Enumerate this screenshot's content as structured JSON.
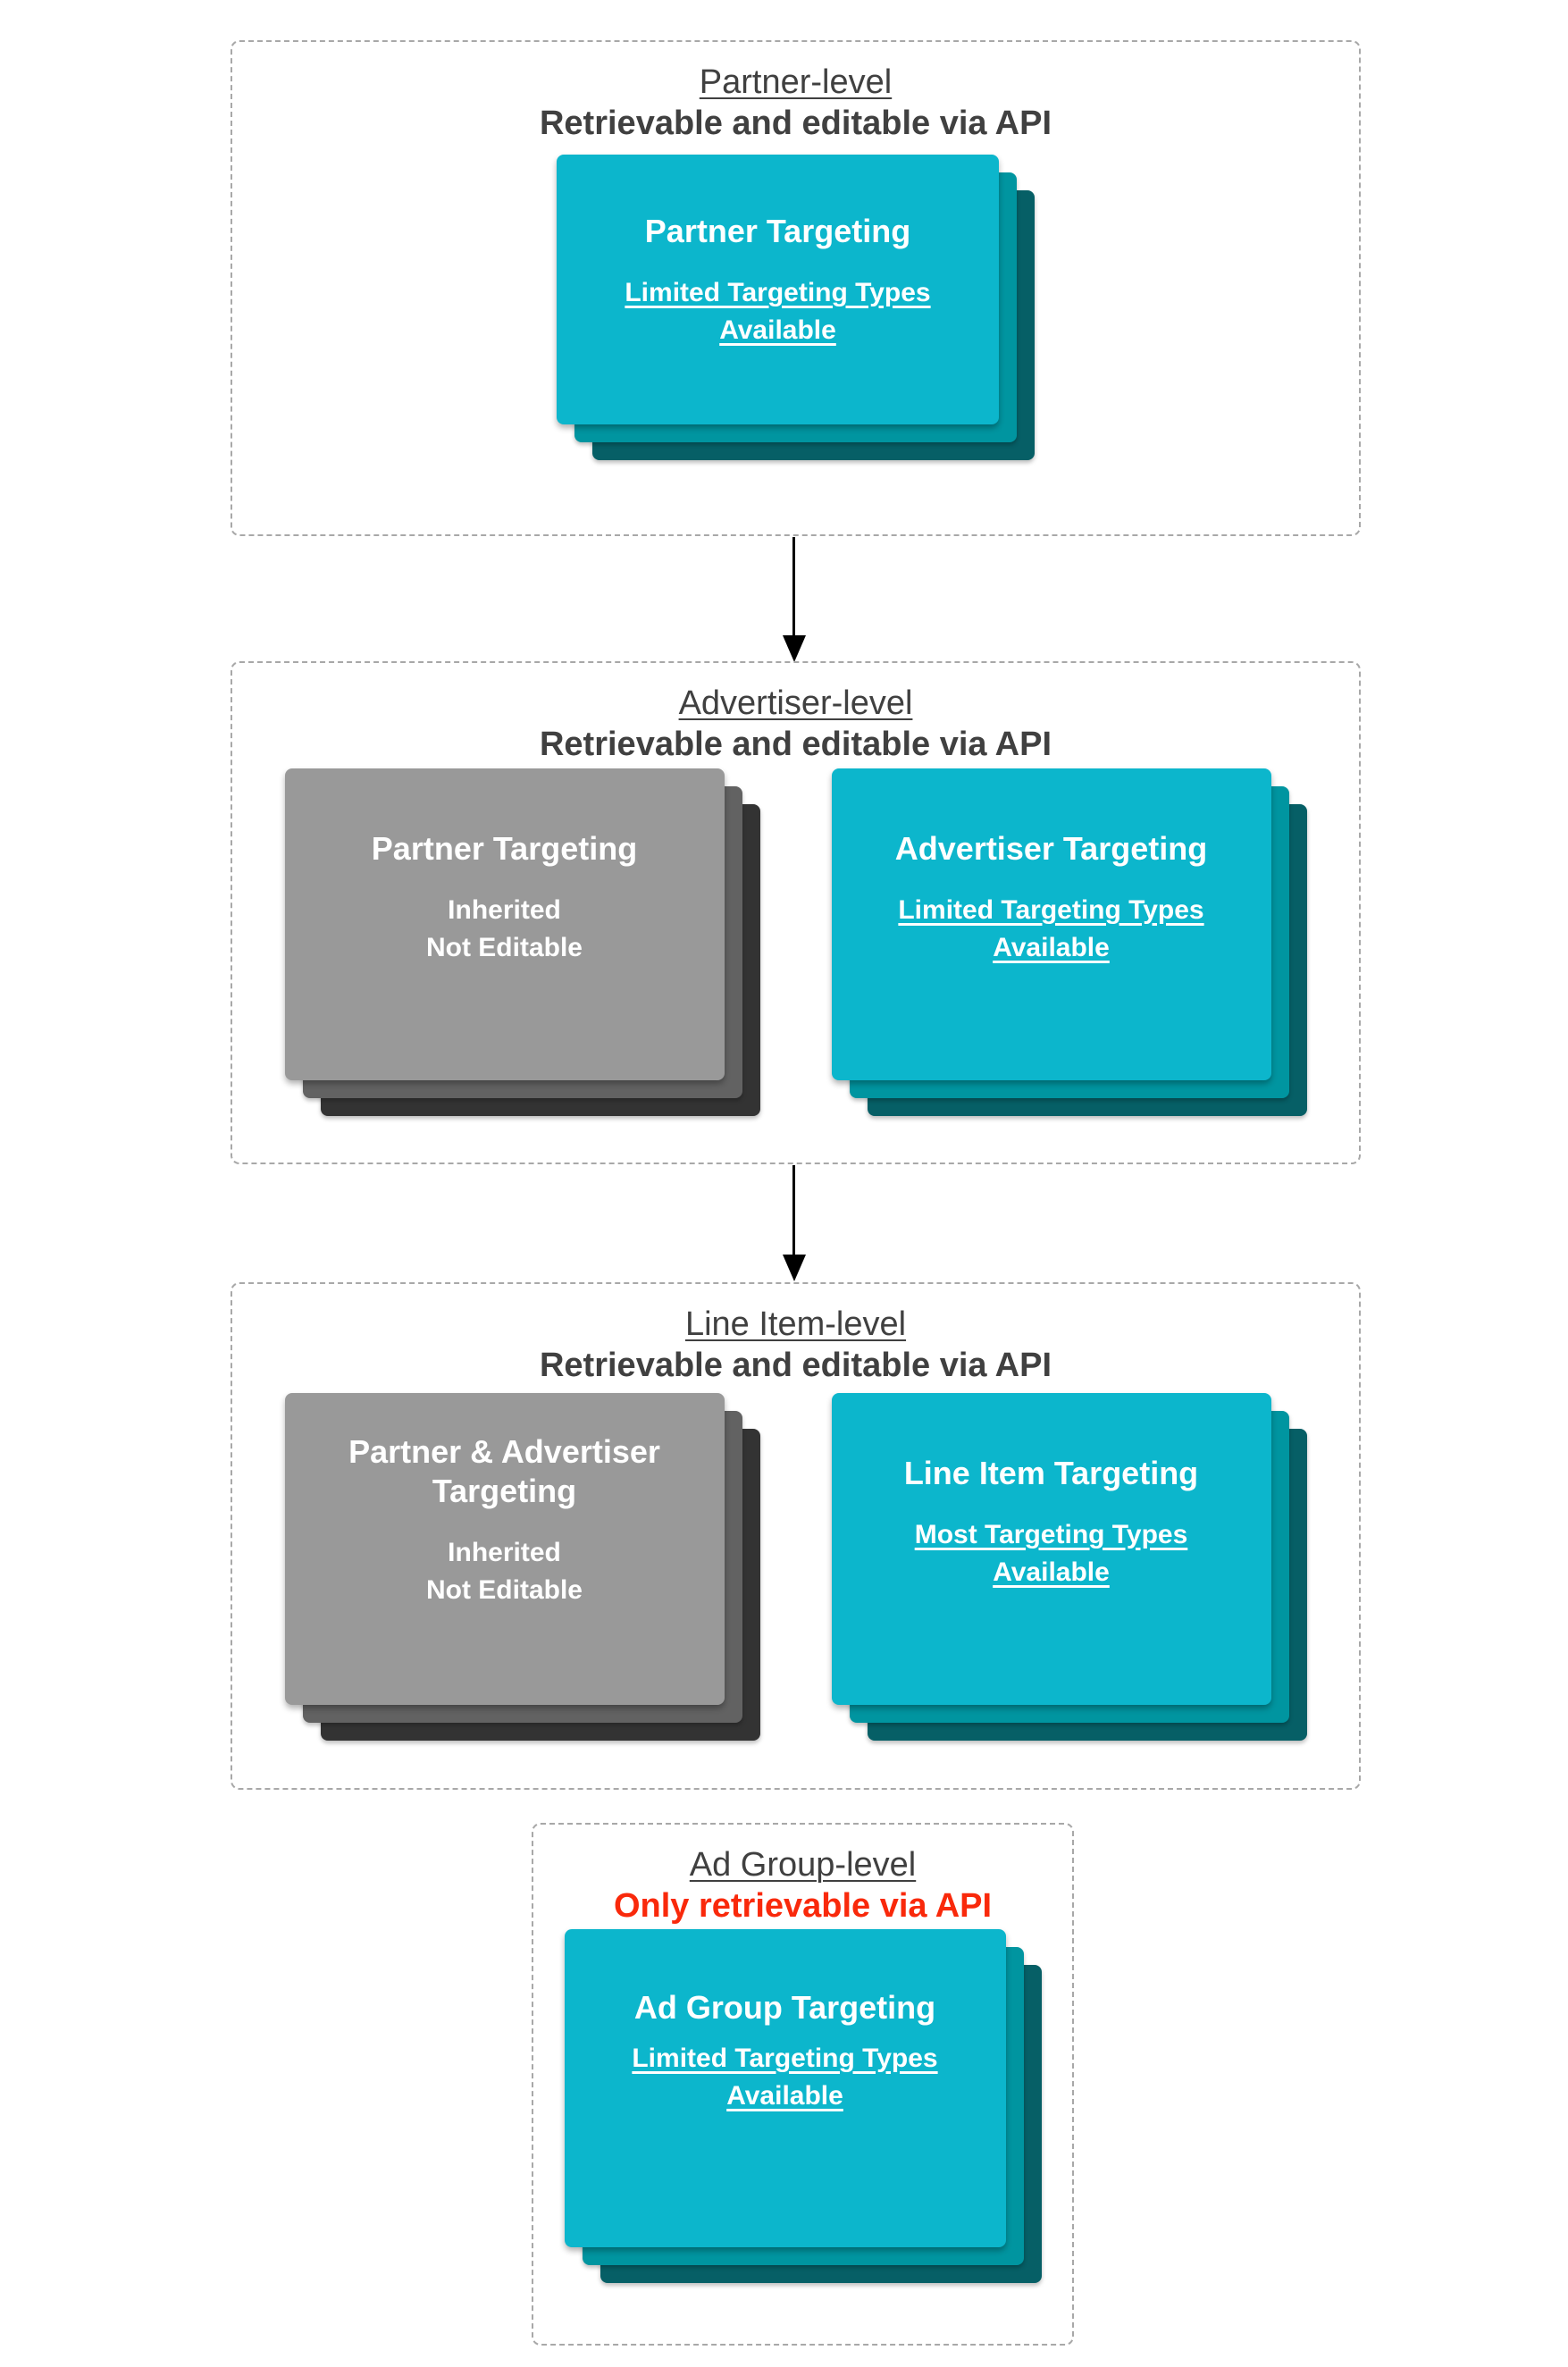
{
  "colors": {
    "cyan": "#0CB6CC",
    "cyan-mid": "#0095A0",
    "cyan-dark": "#065F66",
    "gray": "#999999",
    "gray-mid": "#626262",
    "gray-dark": "#333333",
    "ink": "#404040",
    "red": "#F9290B",
    "border": "#A8A8A8",
    "arrow": "#000000",
    "card-text": "#FFFFFF"
  },
  "sections": [
    {
      "title": "Partner-level",
      "subtitle": "Retrievable and editable via API",
      "cards": [
        {
          "title": "Partner Targeting",
          "lines": [
            "Limited Targeting Types",
            "Available"
          ]
        }
      ]
    },
    {
      "title": "Advertiser-level",
      "subtitle": "Retrievable and editable via API",
      "cards": [
        {
          "title": "Partner Targeting",
          "lines": [
            "Inherited",
            "Not Editable"
          ]
        },
        {
          "title": "Advertiser Targeting",
          "lines": [
            "Limited Targeting Types",
            "Available"
          ]
        }
      ]
    },
    {
      "title": "Line Item-level",
      "subtitle": "Retrievable and editable via API",
      "cards": [
        {
          "title": "Partner & Advertiser Targeting",
          "lines": [
            "Inherited",
            "Not Editable"
          ]
        },
        {
          "title": "Line Item Targeting",
          "lines": [
            "Most Targeting Types",
            "Available"
          ]
        }
      ]
    },
    {
      "title": "Ad Group-level",
      "subtitle": "Only retrievable via API",
      "cards": [
        {
          "title": "Ad Group Targeting",
          "lines": [
            "Limited Targeting Types",
            "Available"
          ]
        }
      ]
    }
  ]
}
